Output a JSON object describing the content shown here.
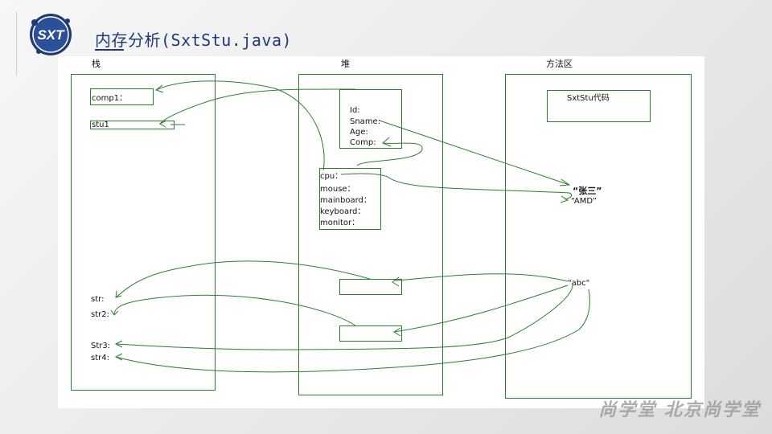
{
  "header": {
    "logo_text": "SXT",
    "title": "内存分析(SxtStu.java)"
  },
  "diagram": {
    "columns": {
      "stack": "栈",
      "heap": "堆",
      "method_area": "方法区"
    },
    "stack_items": {
      "comp1": "comp1：",
      "stu1": "stu1",
      "str": "str:",
      "str2": "str2:",
      "str3": "Str3:",
      "str4": "str4:"
    },
    "student_object": {
      "id": "Id:",
      "sname": "Sname:",
      "age": "Age:",
      "comp": "Comp:"
    },
    "computer_object": {
      "cpu": "cpu：",
      "mouse": "mouse：",
      "mainboard": "mainboard：",
      "keyboard": "keyboard：",
      "monitor": "monitor："
    },
    "method_area_items": {
      "code": "SxtStu代码",
      "zhangsan": "“张三”",
      "amd": "“AMD”",
      "abc": "\"abc\""
    },
    "colors": {
      "line": "#2e7d32",
      "title": "#1f3a78"
    }
  },
  "footer": {
    "watermark": "尚学堂 北京尚学堂"
  }
}
